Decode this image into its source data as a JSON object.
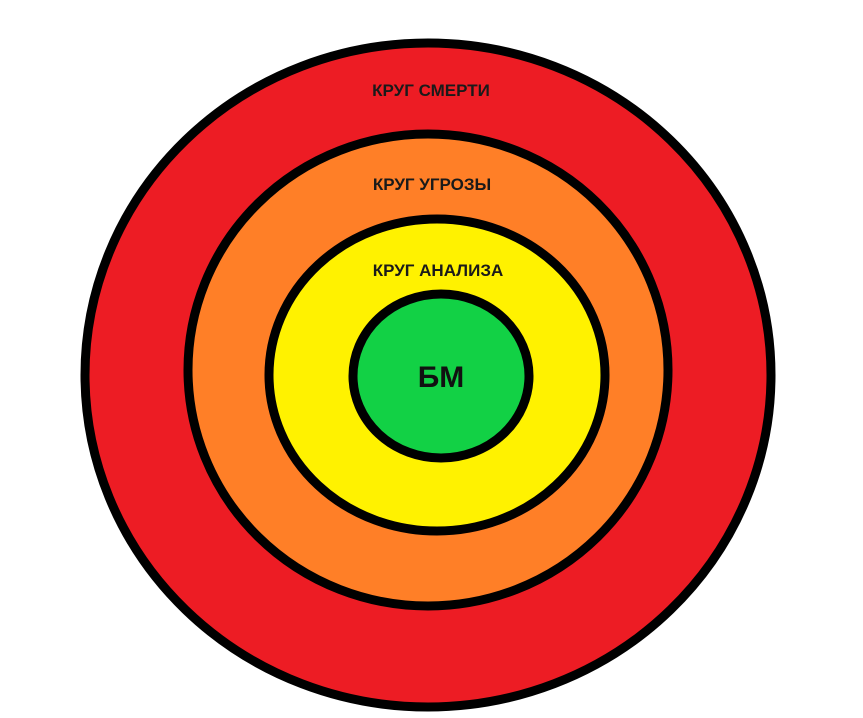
{
  "diagram": {
    "rings": [
      {
        "id": "death",
        "label": "КРУГ СМЕРТИ",
        "color": "#ed1c24"
      },
      {
        "id": "threat",
        "label": "КРУГ УГРОЗЫ",
        "color": "#ff7f27"
      },
      {
        "id": "analysis",
        "label": "КРУГ АНАЛИЗА",
        "color": "#fff200"
      }
    ],
    "core": {
      "label": "БМ",
      "color": "#12d145"
    },
    "stroke_color": "#000000"
  }
}
